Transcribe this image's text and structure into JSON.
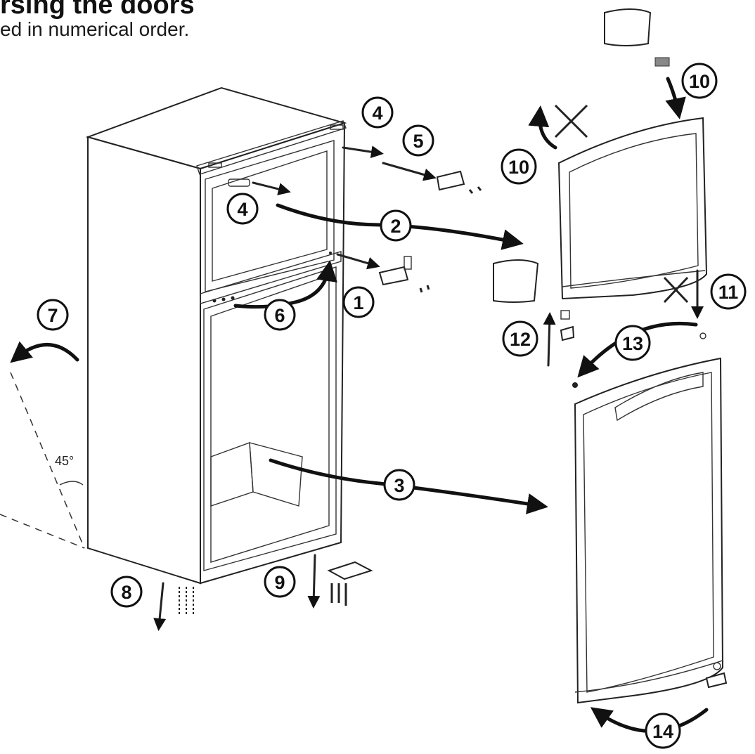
{
  "header": {
    "title": "rsing the doors",
    "subtitle": "ed in numerical order."
  },
  "diagram": {
    "steps": [
      "1",
      "2",
      "3",
      "4",
      "4",
      "5",
      "6",
      "7",
      "8",
      "9",
      "10",
      "10",
      "11",
      "12",
      "13",
      "14"
    ],
    "angle_label": "45°"
  }
}
